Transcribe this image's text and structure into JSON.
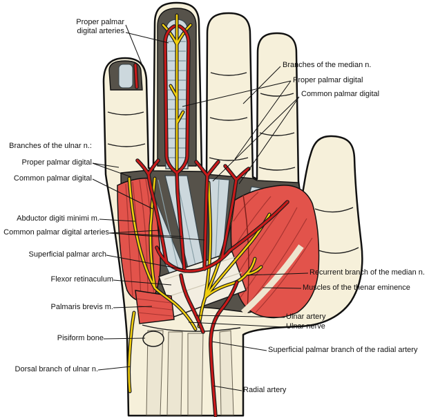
{
  "colors": {
    "skin": "#f6f0da",
    "dissection": "#56524a",
    "artery": "#c81a1a",
    "nerve": "#f2cf0e",
    "muscle": "#e2534b",
    "muscle_striation": "#a83430",
    "tendon": "#ccd8dd",
    "retinaculum": "#f3eee1",
    "bone": "#f1ead2",
    "outline": "#111111"
  },
  "labels": {
    "proper_palmar_digital_arteries": "Proper palmar\ndigital arteries",
    "branches_of_median": "Branches of the median n.",
    "median_proper_palmar_digital": "Proper palmar digital",
    "median_common_palmar_digital": "Common palmar digital",
    "branches_of_ulnar": "Branches of the ulnar n.:",
    "ulnar_proper_palmar_digital": "Proper palmar digital",
    "ulnar_common_palmar_digital": "Common palmar digital",
    "abductor_digiti_minimi": "Abductor digiti minimi m.",
    "common_palmar_digital_arteries": "Common palmar digital arteries",
    "superficial_palmar_arch": "Superficial palmar arch",
    "flexor_retinaculum": "Flexor retinaculum",
    "palmaris_brevis": "Palmaris brevis m.",
    "pisiform_bone": "Pisiform bone",
    "dorsal_branch_of_ulnar": "Dorsal branch of ulnar n.",
    "recurrent_branch_median": "Recurrent branch of the median n.",
    "thenar_eminence": "Muscles of the thenar eminence",
    "ulnar_artery": "Ulnar artery",
    "ulnar_nerve": "Ulnar nerve",
    "superficial_palmar_branch_radial": "Superficial palmar branch of the radial artery",
    "radial_artery": "Radial artery"
  }
}
